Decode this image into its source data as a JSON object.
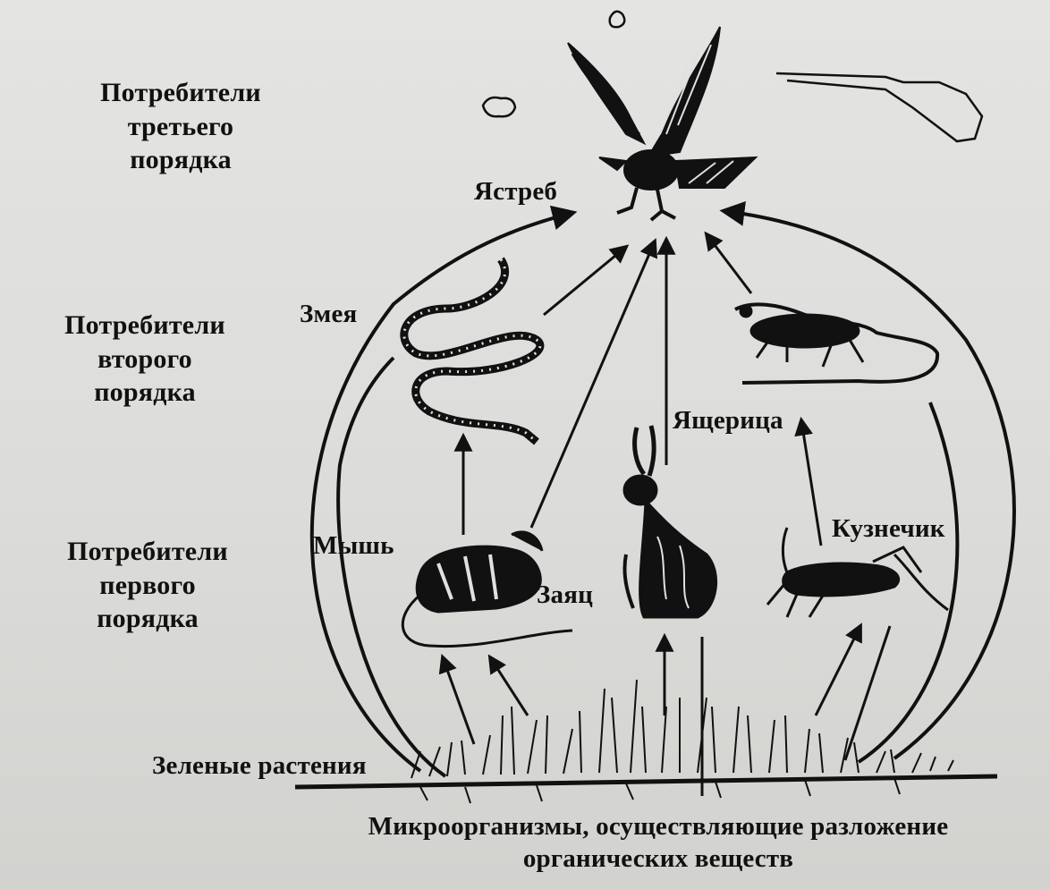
{
  "levels": {
    "third": [
      "Потребители",
      "третьего",
      "порядка"
    ],
    "second": [
      "Потребители",
      "второго",
      "порядка"
    ],
    "first": [
      "Потребители",
      "первого",
      "порядка"
    ]
  },
  "animals": {
    "hawk": "Ястреб",
    "snake": "Змея",
    "lizard": "Ящерица",
    "mouse": "Мышь",
    "hare": "Заяц",
    "grasshopper": "Кузнечик"
  },
  "plants": "Зеленые растения",
  "microorganisms": [
    "Микроорганизмы, осуществляющие разложение",
    "органических веществ"
  ],
  "colors": {
    "ink": "#111111",
    "background": "#dcdcda"
  },
  "icons": [
    "hawk-icon",
    "snake-icon",
    "lizard-icon",
    "mouse-icon",
    "hare-icon",
    "grasshopper-icon",
    "grass-icon",
    "cloud-icon"
  ]
}
